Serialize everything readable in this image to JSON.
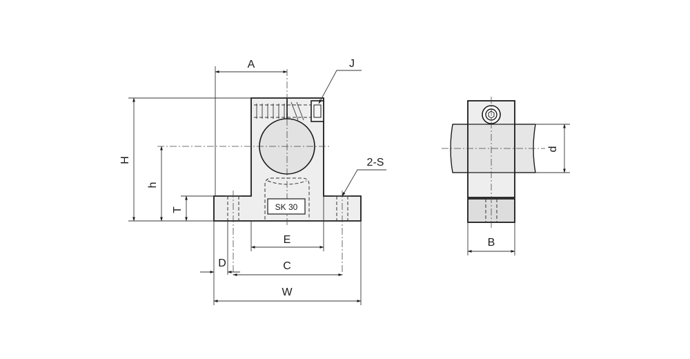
{
  "dimension_labels": {
    "A": "A",
    "J": "J",
    "H": "H",
    "h": "h",
    "T": "T",
    "S": "2-S",
    "E": "E",
    "D": "D",
    "C": "C",
    "W": "W",
    "B": "B",
    "d": "d"
  },
  "part_marking": "SK 30"
}
